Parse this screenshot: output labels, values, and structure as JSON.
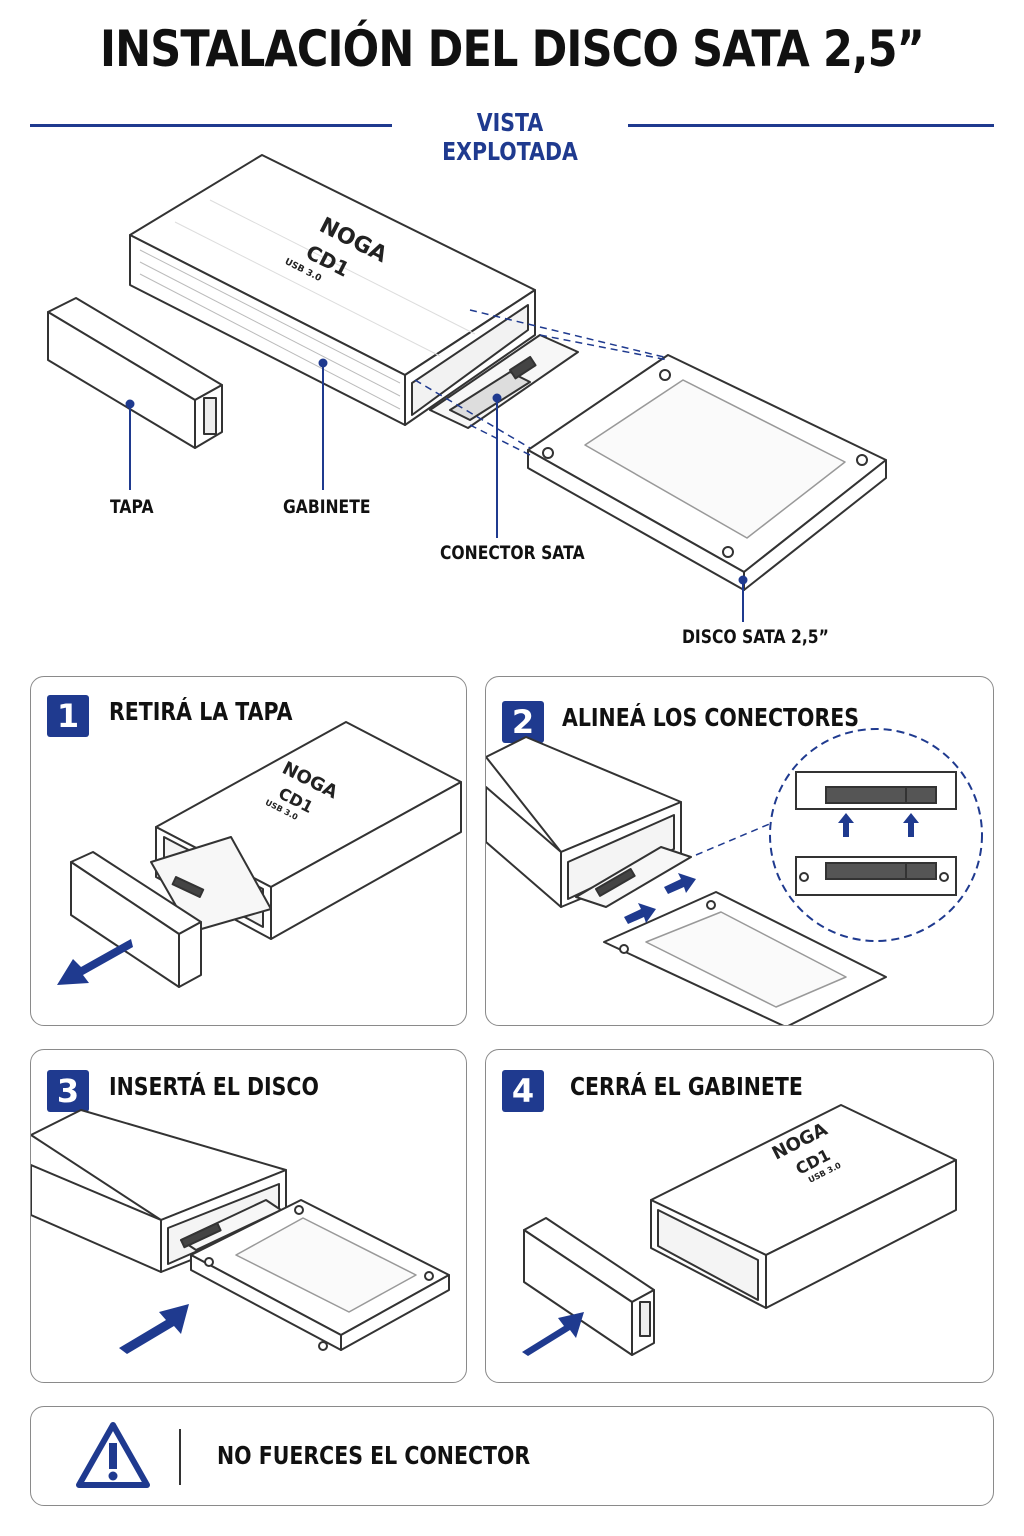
{
  "title": "INSTALACIÓN DEL DISCO SATA 2,5”",
  "subtitle": "VISTA EXPLOTADA",
  "colors": {
    "accent": "#1f3a8f",
    "outline": "#333333",
    "panel_border": "#8a8a8a"
  },
  "device": {
    "brand": "NOGA",
    "model": "CD1",
    "interface": "USB 3.0"
  },
  "exploded_labels": {
    "cover": "TAPA",
    "enclosure": "GABINETE",
    "connector": "CONECTOR SATA",
    "disk": "DISCO SATA 2,5”"
  },
  "steps": [
    {
      "number": "1",
      "title": "RETIRÁ LA TAPA"
    },
    {
      "number": "2",
      "title": "ALINEÁ LOS CONECTORES"
    },
    {
      "number": "3",
      "title": "INSERTÁ EL DISCO"
    },
    {
      "number": "4",
      "title": "CERRÁ EL GABINETE"
    }
  ],
  "warning": {
    "icon": "warning-triangle-icon",
    "text": "NO FUERCES EL CONECTOR"
  }
}
